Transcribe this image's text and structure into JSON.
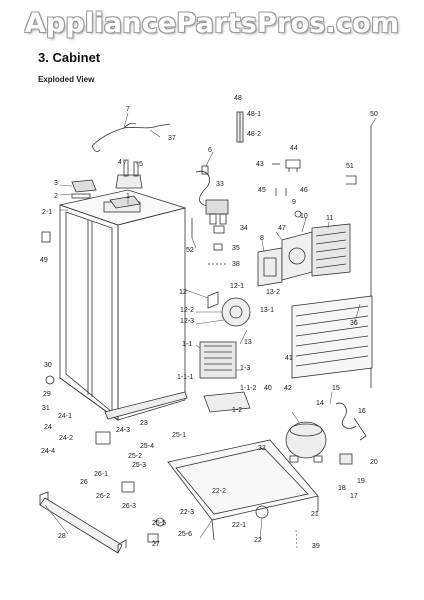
{
  "watermark": "AppliancePartsPros.com",
  "section_title": "3.  Cabinet",
  "view_label": "Exploded View",
  "callouts": [
    {
      "id": "c7",
      "text": "7"
    },
    {
      "id": "c37",
      "text": "37"
    },
    {
      "id": "c48",
      "text": "48"
    },
    {
      "id": "c48-1",
      "text": "48-1"
    },
    {
      "id": "c48-2",
      "text": "48-2"
    },
    {
      "id": "c50",
      "text": "50"
    },
    {
      "id": "c6",
      "text": "6"
    },
    {
      "id": "c44",
      "text": "44"
    },
    {
      "id": "c43",
      "text": "43"
    },
    {
      "id": "c4",
      "text": "4"
    },
    {
      "id": "c5",
      "text": "5"
    },
    {
      "id": "c3",
      "text": "3"
    },
    {
      "id": "c51",
      "text": "51"
    },
    {
      "id": "c45",
      "text": "45"
    },
    {
      "id": "c46",
      "text": "46"
    },
    {
      "id": "c33",
      "text": "33"
    },
    {
      "id": "c2",
      "text": "2"
    },
    {
      "id": "c1",
      "text": "1"
    },
    {
      "id": "c2-1",
      "text": "2-1"
    },
    {
      "id": "c9",
      "text": "9"
    },
    {
      "id": "c10",
      "text": "10"
    },
    {
      "id": "c11",
      "text": "11"
    },
    {
      "id": "c34",
      "text": "34"
    },
    {
      "id": "c47",
      "text": "47"
    },
    {
      "id": "c8",
      "text": "8"
    },
    {
      "id": "c52",
      "text": "52"
    },
    {
      "id": "c35",
      "text": "35"
    },
    {
      "id": "c49",
      "text": "49"
    },
    {
      "id": "c38",
      "text": "38"
    },
    {
      "id": "c12",
      "text": "12"
    },
    {
      "id": "c12-1",
      "text": "12-1"
    },
    {
      "id": "c13-2",
      "text": "13-2"
    },
    {
      "id": "c12-2",
      "text": "12-2"
    },
    {
      "id": "c13-1",
      "text": "13-1"
    },
    {
      "id": "c36",
      "text": "36"
    },
    {
      "id": "c12-3",
      "text": "12-3"
    },
    {
      "id": "c13",
      "text": "13"
    },
    {
      "id": "c1-1",
      "text": "1-1"
    },
    {
      "id": "c1-3",
      "text": "1-3"
    },
    {
      "id": "c41",
      "text": "41"
    },
    {
      "id": "c1-1-1",
      "text": "1-1-1"
    },
    {
      "id": "c1-1-2",
      "text": "1-1-2"
    },
    {
      "id": "c40",
      "text": "40"
    },
    {
      "id": "c42",
      "text": "42"
    },
    {
      "id": "c15",
      "text": "15"
    },
    {
      "id": "c30",
      "text": "30"
    },
    {
      "id": "c1-2",
      "text": "1-2"
    },
    {
      "id": "c14",
      "text": "14"
    },
    {
      "id": "c16",
      "text": "16"
    },
    {
      "id": "c29",
      "text": "29"
    },
    {
      "id": "c31",
      "text": "31"
    },
    {
      "id": "c24-1",
      "text": "24-1"
    },
    {
      "id": "c24",
      "text": "24"
    },
    {
      "id": "c23",
      "text": "23"
    },
    {
      "id": "c24-3",
      "text": "24-3"
    },
    {
      "id": "c25-1",
      "text": "25-1"
    },
    {
      "id": "c24-2",
      "text": "24-2"
    },
    {
      "id": "c25-4",
      "text": "25-4"
    },
    {
      "id": "c32",
      "text": "32"
    },
    {
      "id": "c25-2",
      "text": "25-2"
    },
    {
      "id": "c24-4",
      "text": "24-4"
    },
    {
      "id": "c25-3",
      "text": "25-3"
    },
    {
      "id": "c20",
      "text": "20"
    },
    {
      "id": "c26-1",
      "text": "26-1"
    },
    {
      "id": "c26",
      "text": "26"
    },
    {
      "id": "c18",
      "text": "18"
    },
    {
      "id": "c19",
      "text": "19"
    },
    {
      "id": "c26-2",
      "text": "26-2"
    },
    {
      "id": "c22-2",
      "text": "22-2"
    },
    {
      "id": "c17",
      "text": "17"
    },
    {
      "id": "c26-3",
      "text": "26-3"
    },
    {
      "id": "c21",
      "text": "21"
    },
    {
      "id": "c22-3",
      "text": "22-3"
    },
    {
      "id": "c25-5",
      "text": "25-5"
    },
    {
      "id": "c22-1",
      "text": "22-1"
    },
    {
      "id": "c28",
      "text": "28"
    },
    {
      "id": "c27",
      "text": "27"
    },
    {
      "id": "c25-6",
      "text": "25-6"
    },
    {
      "id": "c22",
      "text": "22"
    },
    {
      "id": "c39",
      "text": "39"
    }
  ]
}
